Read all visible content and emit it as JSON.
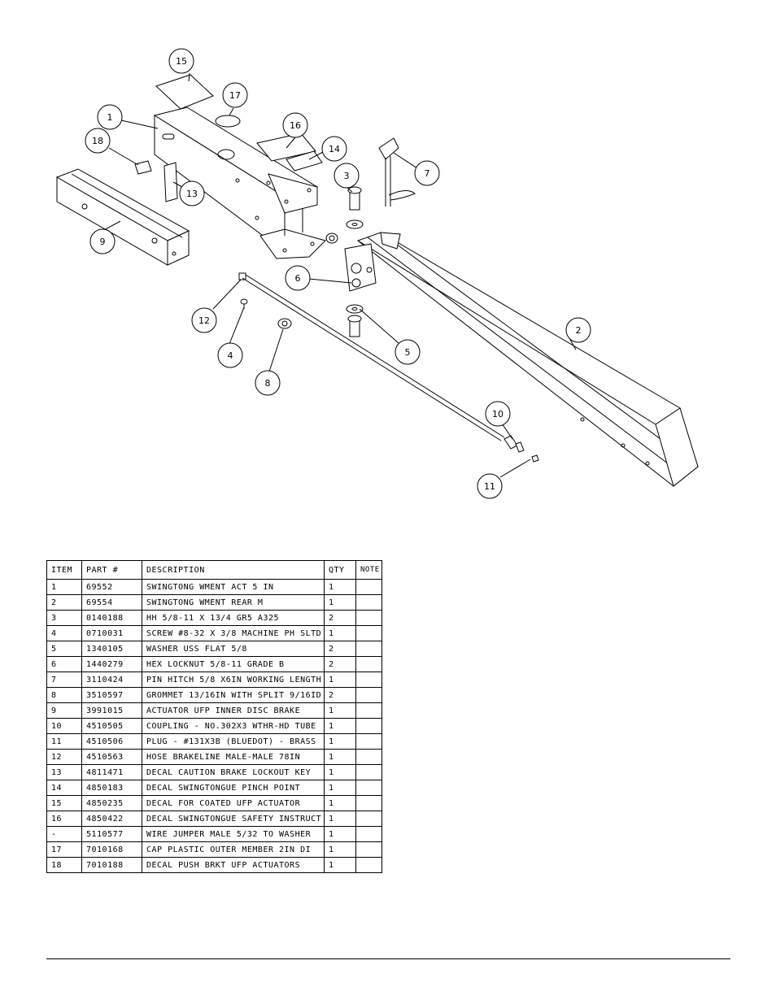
{
  "callouts": [
    "15",
    "17",
    "1",
    "16",
    "14",
    "18",
    "7",
    "3",
    "13",
    "9",
    "6",
    "12",
    "4",
    "5",
    "2",
    "8",
    "10",
    "11"
  ],
  "table": {
    "headers": {
      "item": "ITEM",
      "part": "PART #",
      "description": "DESCRIPTION",
      "qty": "QTY",
      "note": "NOTE"
    },
    "rows": [
      {
        "item": "1",
        "part": "69552",
        "description": "SWINGTONG WMENT ACT 5 IN",
        "qty": "1",
        "note": ""
      },
      {
        "item": "2",
        "part": "69554",
        "description": "SWINGTONG WMENT REAR M",
        "qty": "1",
        "note": ""
      },
      {
        "item": "3",
        "part": "0140188",
        "description": "HH 5/8-11 X 13/4  GR5 A325",
        "qty": "2",
        "note": ""
      },
      {
        "item": "4",
        "part": "0710031",
        "description": "SCREW #8-32 X 3/8 MACHINE PH SLTD",
        "qty": "1",
        "note": ""
      },
      {
        "item": "5",
        "part": "1340105",
        "description": "WASHER USS FLAT 5/8",
        "qty": "2",
        "note": ""
      },
      {
        "item": "6",
        "part": "1440279",
        "description": "HEX LOCKNUT 5/8-11 GRADE B",
        "qty": "2",
        "note": ""
      },
      {
        "item": "7",
        "part": "3110424",
        "description": "PIN HITCH 5/8 X6IN WORKING LENGTH",
        "qty": "1",
        "note": ""
      },
      {
        "item": "8",
        "part": "3510597",
        "description": "GROMMET 13/16IN  WITH SPLIT 9/16ID",
        "qty": "2",
        "note": ""
      },
      {
        "item": "9",
        "part": "3991015",
        "description": "ACTUATOR UFP INNER  DISC BRAKE",
        "qty": "1",
        "note": ""
      },
      {
        "item": "10",
        "part": "4510505",
        "description": "COUPLING - NO.302X3 WTHR-HD TUBE",
        "qty": "1",
        "note": ""
      },
      {
        "item": "11",
        "part": "4510506",
        "description": "PLUG - #131X3B (BLUEDOT) - BRASS",
        "qty": "1",
        "note": ""
      },
      {
        "item": "12",
        "part": "4510563",
        "description": "HOSE BRAKELINE MALE-MALE 78IN",
        "qty": "1",
        "note": ""
      },
      {
        "item": "13",
        "part": "4811471",
        "description": "DECAL CAUTION BRAKE LOCKOUT KEY",
        "qty": "1",
        "note": ""
      },
      {
        "item": "14",
        "part": "4850183",
        "description": "DECAL SWINGTONGUE PINCH POINT",
        "qty": "1",
        "note": ""
      },
      {
        "item": "15",
        "part": "4850235",
        "description": "DECAL FOR COATED UFP ACTUATOR",
        "qty": "1",
        "note": ""
      },
      {
        "item": "16",
        "part": "4850422",
        "description": "DECAL SWINGTONGUE SAFETY INSTRUCT",
        "qty": "1",
        "note": ""
      },
      {
        "item": "-",
        "part": "5110577",
        "description": "WIRE JUMPER MALE 5/32 TO WASHER",
        "qty": "1",
        "note": ""
      },
      {
        "item": "17",
        "part": "7010168",
        "description": "CAP  PLASTIC OUTER MEMBER 2IN DI",
        "qty": "1",
        "note": ""
      },
      {
        "item": "18",
        "part": "7010188",
        "description": "DECAL PUSH BRKT UFP ACTUATORS",
        "qty": "1",
        "note": ""
      }
    ]
  }
}
